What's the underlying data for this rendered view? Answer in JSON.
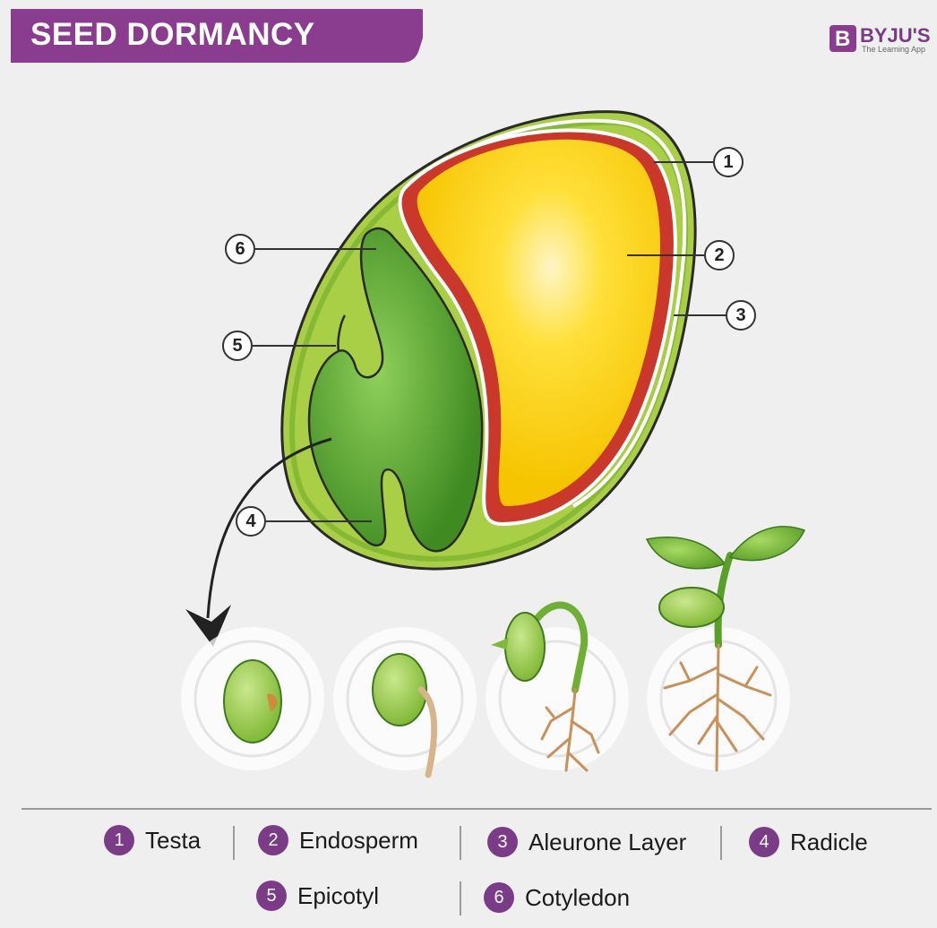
{
  "header": {
    "title": "SEED DORMANCY",
    "banner_color": "#8a3d8e"
  },
  "logo": {
    "mark": "B",
    "name": "BYJU'S",
    "tagline": "The Learning App"
  },
  "callouts": [
    "1",
    "2",
    "3",
    "4",
    "5",
    "6"
  ],
  "legend": [
    {
      "number": "1",
      "label": "Testa"
    },
    {
      "number": "2",
      "label": "Endosperm"
    },
    {
      "number": "3",
      "label": "Aleurone Layer"
    },
    {
      "number": "4",
      "label": "Radicle"
    },
    {
      "number": "5",
      "label": "Epicotyl"
    },
    {
      "number": "6",
      "label": "Cotyledon"
    }
  ],
  "colors": {
    "testa": "#a8cf45",
    "endosperm": "#ffd21f",
    "aleurone": "#c9382a",
    "embryo": "#4f9a2a",
    "legend_badge": "#7a3c87"
  }
}
